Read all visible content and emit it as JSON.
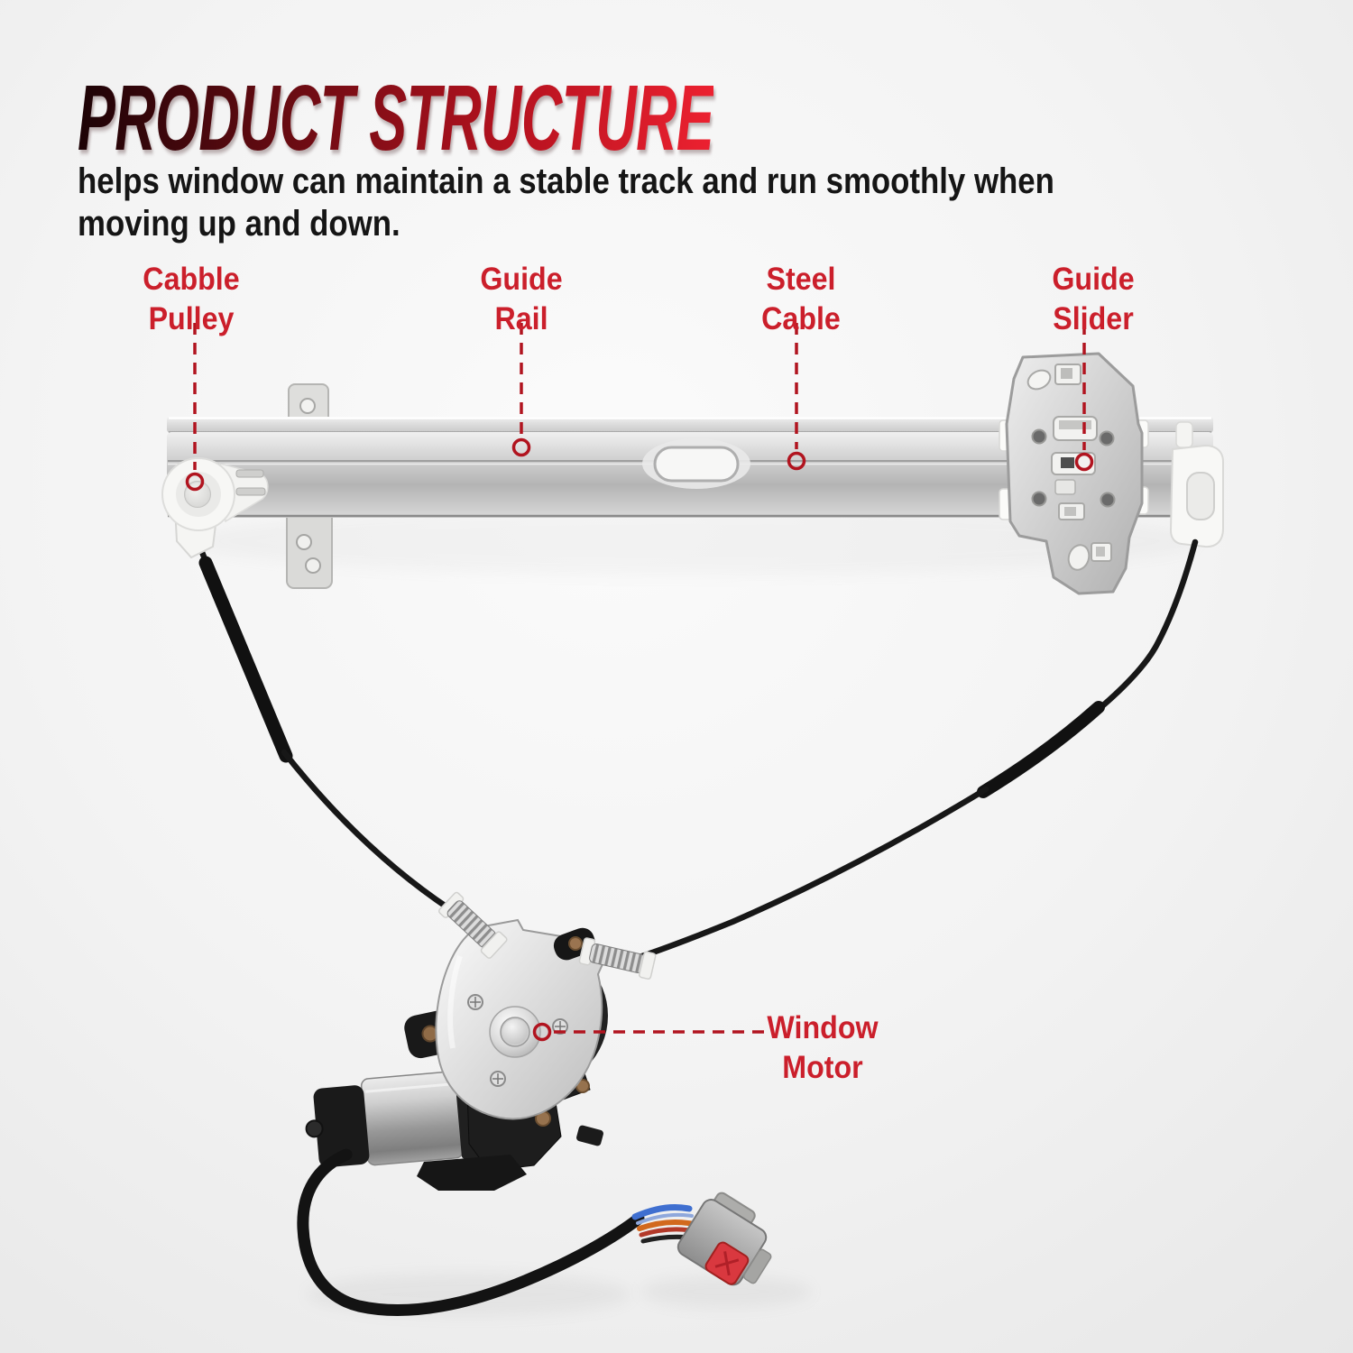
{
  "header": {
    "title": "PRODUCT STRUCTURE",
    "subtitle_line1": "helps window can maintain a stable track and run smoothly when",
    "subtitle_line2": "moving up and down."
  },
  "part_labels": [
    {
      "id": "cable-pulley",
      "line1": "Cabble",
      "line2": "Pulley"
    },
    {
      "id": "guide-rail",
      "line1": "Guide",
      "line2": "Rail"
    },
    {
      "id": "steel-cable",
      "line1": "Steel",
      "line2": "Cable"
    },
    {
      "id": "guide-slider",
      "line1": "Guide",
      "line2": "Slider"
    },
    {
      "id": "window-motor",
      "line1": "Window",
      "line2": "Motor"
    }
  ],
  "colors": {
    "background_light": "#fbfbfb",
    "background_edge": "#e7e7e7",
    "label_red": "#cb1f2b",
    "leader_red": "#b1141f",
    "title_gradient_start": "#1c0306",
    "title_gradient_mid1": "#6d0c13",
    "title_gradient_mid2": "#b5121f",
    "title_gradient_end": "#ec2130",
    "subtitle_text": "#151515",
    "connector_lock_red": "#d9383f"
  }
}
